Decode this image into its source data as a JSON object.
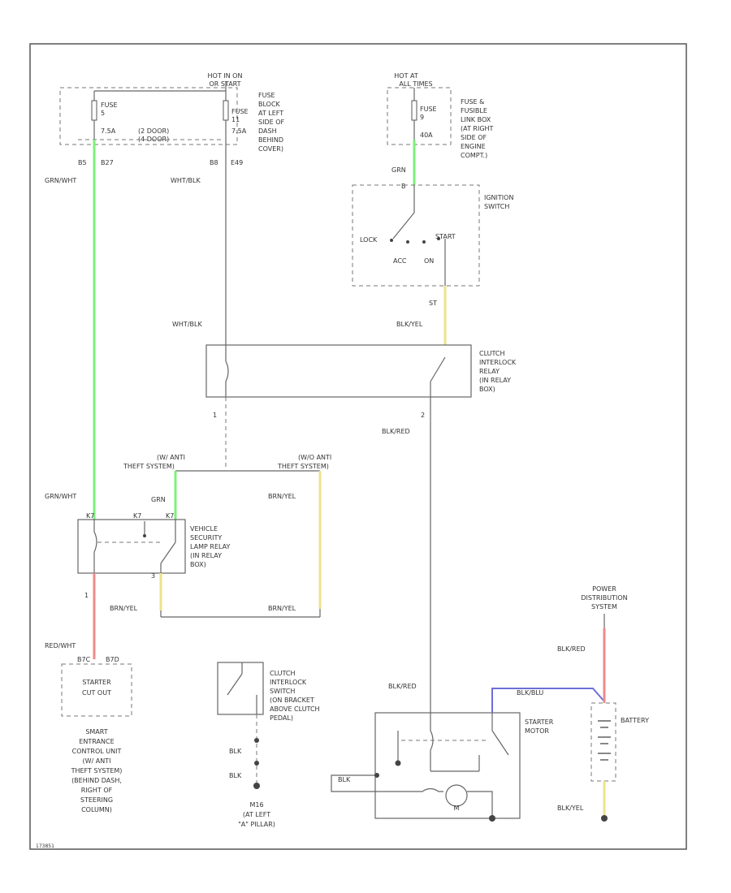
{
  "colors": {
    "green": "#7CF07C",
    "pink": "#F08A8A",
    "yellow": "#EDE38A",
    "blue": "#6E6ED8",
    "wire": "#666666",
    "border": "#555555"
  },
  "labels": {
    "hot_run_start_1": "HOT IN ON",
    "hot_run_start_2": "OR START",
    "fuse_block_1": "FUSE",
    "fuse_block_2": "BLOCK",
    "fuse_block_3": "AT LEFT",
    "fuse_block_4": "SIDE OF",
    "fuse_block_5": "DASH",
    "fuse_block_6": "BEHIND",
    "fuse_block_7": "COVER)",
    "fuse_left": "FUSE",
    "fuse_left_num": "5",
    "fuse_left_amp": "7.5A",
    "fuse_mid": "FUSE",
    "fuse_mid_num": "11",
    "fuse_mid_amp": "7.5A",
    "door_2": "(2 DOOR)",
    "door_4": "(4 DOOR)",
    "pin_b5": "B5",
    "pin_b27": "B27",
    "pin_b8": "B8",
    "pin_e49": "E49",
    "wire_grn_wht_top": "GRN/WHT",
    "wire_wht_blk_top": "WHT/BLK",
    "hot_at_all_1": "HOT AT",
    "hot_at_all_2": "ALL TIMES",
    "fuse_right": "FUSE",
    "fuse_right_num": "9",
    "fuse_right_amp": "40A",
    "fusible_1": "FUSE &",
    "fusible_2": "FUSIBLE",
    "fusible_3": "LINK BOX",
    "fusible_4": "(AT RIGHT",
    "fusible_5": "SIDE OF",
    "fusible_6": "ENGINE",
    "fusible_7": "COMPT.)",
    "wire_grn_ign": "GRN",
    "pin_b_ign": "B",
    "ign_1": "IGNITION",
    "ign_2": "SWITCH",
    "ign_lock": "LOCK",
    "ign_start": "START",
    "ign_acc": "ACC",
    "ign_on": "ON",
    "pin_st": "ST",
    "wire_blk_yel_top": "BLK/YEL",
    "wire_wht_blk_mid": "WHT/BLK",
    "clutch_relay_1": "CLUTCH",
    "clutch_relay_2": "INTERLOCK",
    "clutch_relay_3": "RELAY",
    "clutch_relay_4": "(IN RELAY",
    "clutch_relay_5": "BOX)",
    "pin_1": "1",
    "pin_2": "2",
    "wire_blk_red_mid": "BLK/RED",
    "theft_w_1": "(W/ ANTI",
    "theft_w_2": "THEFT SYSTEM)",
    "theft_wo_1": "(W/O ANTI",
    "theft_wo_2": "THEFT SYSTEM)",
    "wire_grn_vsl": "GRN",
    "wire_grn_wht_left": "GRN/WHT",
    "wire_brn_yel_right": "BRN/YEL",
    "pin_k7a": "K7",
    "pin_k7b": "K7",
    "pin_k7c": "K7",
    "vsl_1": "VEHICLE",
    "vsl_2": "SECURITY",
    "vsl_3": "LAMP RELAY",
    "vsl_4": "(IN RELAY",
    "vsl_5": "BOX)",
    "pin_v1": "1",
    "pin_v3": "3",
    "wire_brn_yel_b1": "BRN/YEL",
    "wire_brn_yel_b2": "BRN/YEL",
    "wire_red_wht": "RED/WHT",
    "pin_b7c": "B7C",
    "pin_b7d": "B7D",
    "starter_cut_1": "STARTER",
    "starter_cut_2": "CUT OUT",
    "smart_1": "SMART",
    "smart_2": "ENTRANCE",
    "smart_3": "CONTROL UNIT",
    "smart_4": "(W/ ANTI",
    "smart_5": "THEFT SYSTEM)",
    "smart_6": "(BEHIND DASH,",
    "smart_7": "RIGHT OF",
    "smart_8": "STEERING",
    "smart_9": "COLUMN)",
    "clutch_sw_1": "CLUTCH",
    "clutch_sw_2": "INTERLOCK",
    "clutch_sw_3": "SWITCH",
    "clutch_sw_4": "(ON BRACKET",
    "clutch_sw_5": "ABOVE CLUTCH",
    "clutch_sw_6": "PEDAL)",
    "wire_blk_1": "BLK",
    "wire_blk_2": "BLK",
    "ground_1": "M16",
    "ground_2": "(AT LEFT",
    "ground_3": "\"A\" PILLAR)",
    "wire_blk_red_bot": "BLK/RED",
    "starter_motor_1": "STARTER",
    "starter_motor_2": "MOTOR",
    "wire_blk_blu": "BLK/BLU",
    "wire_blk": "BLK",
    "motor_m": "M",
    "power_dist_1": "POWER",
    "power_dist_2": "DISTRIBUTION",
    "power_dist_3": "SYSTEM",
    "wire_blk_red_right": "BLK/RED",
    "battery": "BATTERY",
    "wire_blk_yel_bot": "BLK/YEL",
    "figure_id": "173851"
  }
}
